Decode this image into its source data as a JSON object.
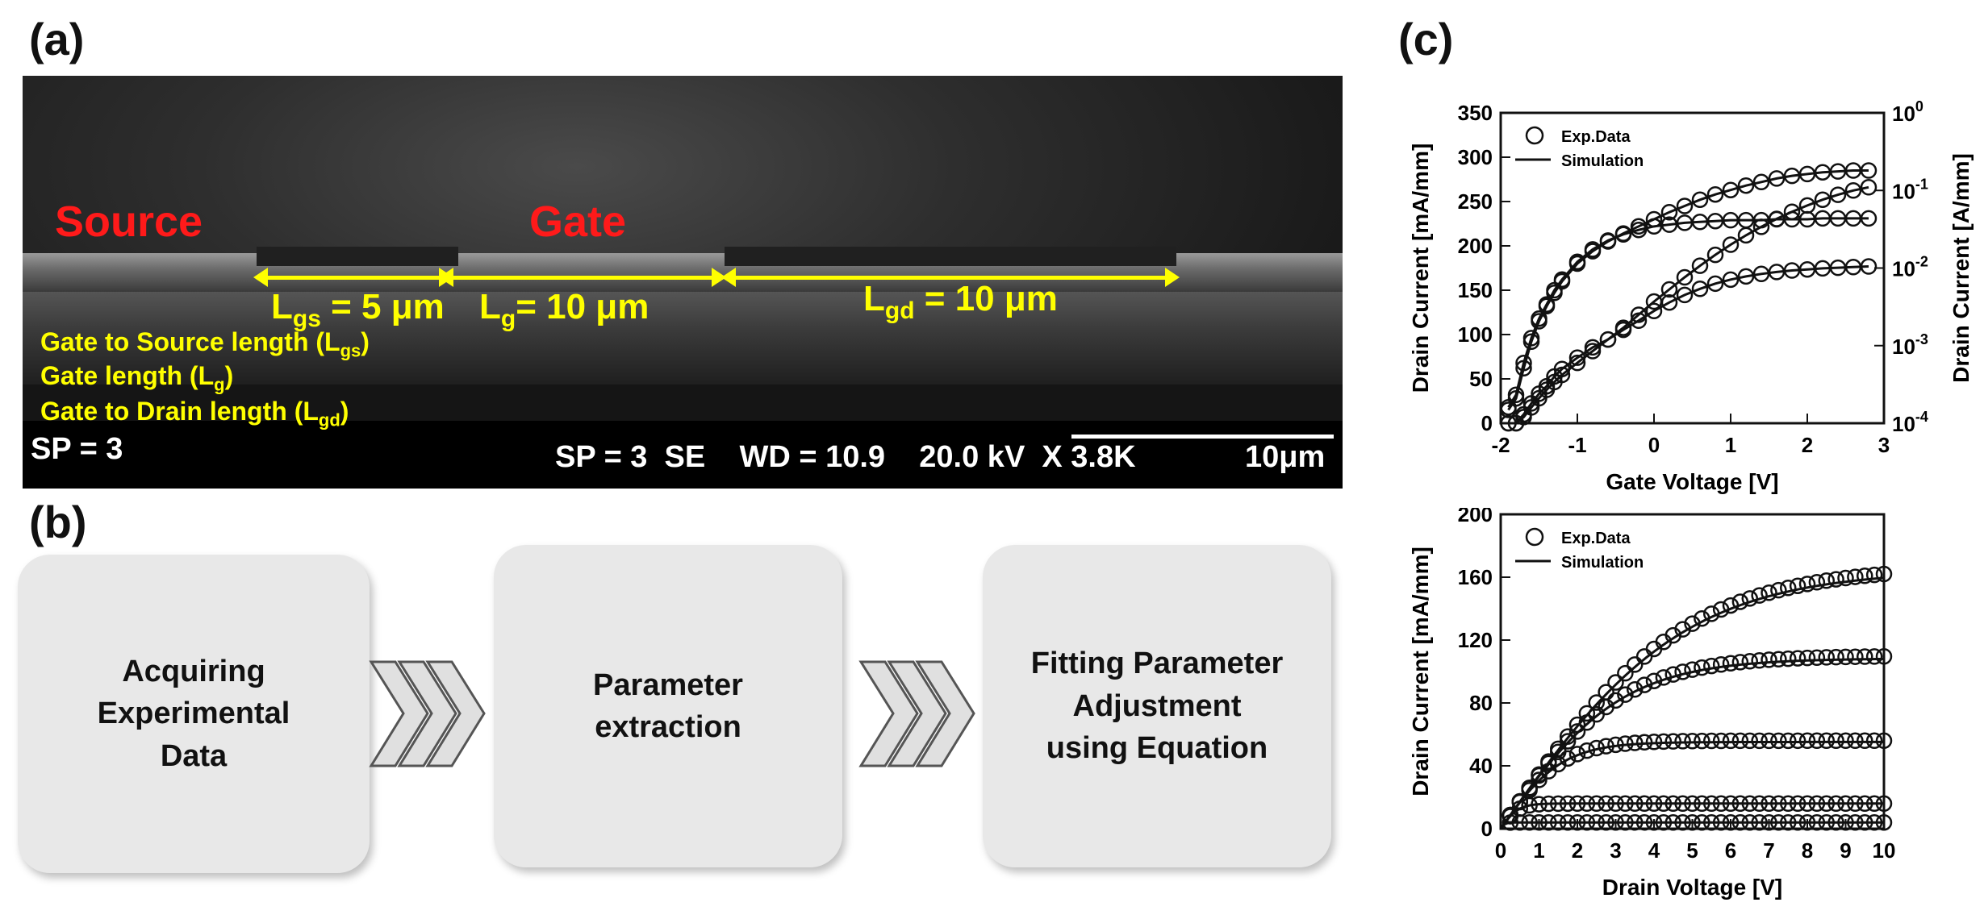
{
  "panels": {
    "a": "(a)",
    "b": "(b)",
    "c": "(c)"
  },
  "sem": {
    "source_label": "Source",
    "gate_label": "Gate",
    "lgs_text": "L",
    "lgs_sub": "gs",
    "lgs_value": " = 5 μm",
    "lg_text": "L",
    "lg_sub": "g",
    "lg_value": "= 10 μm",
    "lgd_text": "L",
    "lgd_sub": "gd",
    "lgd_value": " = 10 μm",
    "legend_gs": "Gate to Source length (L",
    "legend_gs_sub": "gs",
    "legend_g": "Gate length (L",
    "legend_g_sub": "g",
    "legend_gd": "Gate to Drain length (L",
    "legend_gd_sub": "gd",
    "close_paren": ")",
    "sp_left": "SP = 3",
    "info": "SP = 3  SE    WD = 10.9    20.0 kV  X 3.8K",
    "scale": "10μm"
  },
  "flow": {
    "step1": "Acquiring\nExperimental\nData",
    "step2": "Parameter\nextraction",
    "step3": "Fitting Parameter\nAdjustment\nusing Equation"
  },
  "chart_data": [
    {
      "type": "scatter",
      "title": "",
      "xlabel": "Gate Voltage [V]",
      "ylabel": "Drain Current [mA/mm]",
      "y2label": "Drain Current [A/mm]",
      "xlim": [
        -2,
        3
      ],
      "ylim": [
        0,
        350
      ],
      "y2lim_log": [
        -4,
        0
      ],
      "x_ticks": [
        "-2",
        "-1",
        "0",
        "1",
        "2",
        "3"
      ],
      "y_ticks": [
        "0",
        "50",
        "100",
        "150",
        "200",
        "250",
        "300",
        "350"
      ],
      "y2_ticks": [
        "10",
        "10",
        "10",
        "10",
        "10"
      ],
      "y2_exps": [
        "-4",
        "-3",
        "-2",
        "-1",
        "0"
      ],
      "legend": {
        "exp": "Exp.Data",
        "sim": "Simulation",
        "position": "top-left"
      },
      "x_markers": [
        -1.9,
        -1.8,
        -1.7,
        -1.6,
        -1.5,
        -1.4,
        -1.3,
        -1.2,
        -1.0,
        -0.8,
        -0.6,
        -0.4,
        -0.2,
        0.0,
        0.2,
        0.4,
        0.6,
        0.8,
        1.0,
        1.2,
        1.4,
        1.6,
        1.8,
        2.0,
        2.2,
        2.4,
        2.6,
        2.8
      ],
      "series": [
        {
          "scale": "log",
          "values": [
            0.0001,
            0.0001,
            0.00013,
            0.00018,
            0.00024,
            0.0003,
            0.0004,
            0.0005,
            0.0007,
            0.00095,
            0.0012,
            0.0016,
            0.0021,
            0.0028,
            0.0036,
            0.0045,
            0.0054,
            0.0063,
            0.0071,
            0.0078,
            0.0084,
            0.0089,
            0.0093,
            0.0096,
            0.0099,
            0.0101,
            0.0103,
            0.0105
          ]
        },
        {
          "scale": "log",
          "values": [
            0.0001,
            0.0001,
            0.00012,
            0.00016,
            0.00021,
            0.00027,
            0.00034,
            0.00042,
            0.0006,
            0.00085,
            0.0012,
            0.0017,
            0.0025,
            0.0037,
            0.0053,
            0.0076,
            0.0107,
            0.0148,
            0.02,
            0.0264,
            0.034,
            0.043,
            0.053,
            0.064,
            0.076,
            0.088,
            0.1,
            0.11
          ]
        },
        {
          "scale": "linear",
          "values": [
            18,
            32,
            68,
            96,
            118,
            134,
            150,
            162,
            182,
            196,
            206,
            213,
            218,
            222,
            224,
            226,
            227,
            228,
            229,
            229,
            229,
            230,
            230,
            230,
            231,
            231,
            231,
            231
          ]
        },
        {
          "scale": "linear",
          "values": [
            15,
            28,
            62,
            92,
            115,
            132,
            147,
            160,
            180,
            194,
            205,
            214,
            222,
            230,
            238,
            245,
            252,
            258,
            263,
            268,
            272,
            276,
            279,
            281,
            283,
            284,
            285,
            285
          ]
        }
      ]
    },
    {
      "type": "scatter",
      "title": "",
      "xlabel": "Drain Voltage [V]",
      "ylabel": "Drain Current [mA/mm]",
      "xlim": [
        0,
        10
      ],
      "ylim": [
        0,
        200
      ],
      "x_ticks": [
        "0",
        "1",
        "2",
        "3",
        "4",
        "5",
        "6",
        "7",
        "8",
        "9",
        "10"
      ],
      "y_ticks": [
        "0",
        "40",
        "80",
        "120",
        "160",
        "200"
      ],
      "legend": {
        "exp": "Exp.Data",
        "sim": "Simulation",
        "position": "top-left"
      },
      "x": [
        0.25,
        0.5,
        0.75,
        1.0,
        1.25,
        1.5,
        1.75,
        2.0,
        2.25,
        2.5,
        2.75,
        3.0,
        3.25,
        3.5,
        3.75,
        4.0,
        4.25,
        4.5,
        4.75,
        5.0,
        5.25,
        5.5,
        5.75,
        6.0,
        6.25,
        6.5,
        6.75,
        7.0,
        7.25,
        7.5,
        7.75,
        8.0,
        8.25,
        8.5,
        8.75,
        9.0,
        9.25,
        9.5,
        9.75,
        10.0
      ],
      "series": [
        {
          "sat": 167,
          "slope": 35
        },
        {
          "sat": 110,
          "slope": 35
        },
        {
          "sat": 56,
          "slope": 35
        },
        {
          "sat": 16,
          "slope": 35
        },
        {
          "sat": 4,
          "slope": 35
        }
      ]
    }
  ]
}
